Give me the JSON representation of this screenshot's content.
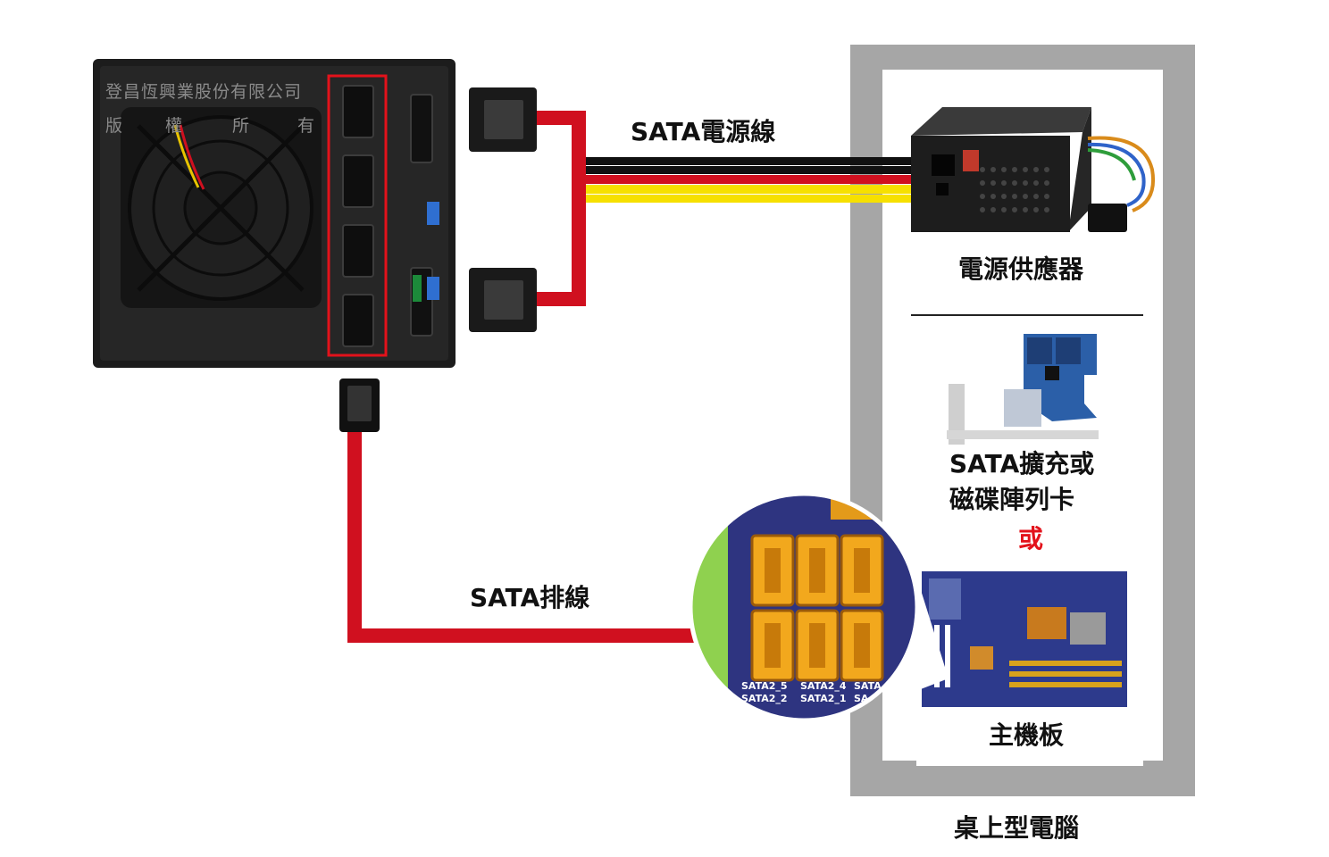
{
  "labels": {
    "power_cable": "SATA電源線",
    "data_cable": "SATA排線",
    "psu": "電源供應器",
    "card_line1": "SATA擴充或",
    "card_line2": "磁碟陣列卡",
    "or": "或",
    "motherboard": "主機板",
    "desktop": "桌上型電腦"
  },
  "watermark": {
    "line1": "登昌恆興業股份有限公司",
    "line2": [
      "版",
      "權",
      "所",
      "有"
    ]
  },
  "motherboard_ports": {
    "row1": [
      "SATA2_5",
      "SATA2_4",
      "SATA"
    ],
    "row2": [
      "SATA2_2",
      "SATA2_1",
      "SA"
    ]
  },
  "colors": {
    "cable_red": "#d0101f",
    "wire_yellow": "#f6e000",
    "wire_black": "#111111",
    "frame_gray": "#a6a6a6",
    "or_red": "#e3121b"
  }
}
